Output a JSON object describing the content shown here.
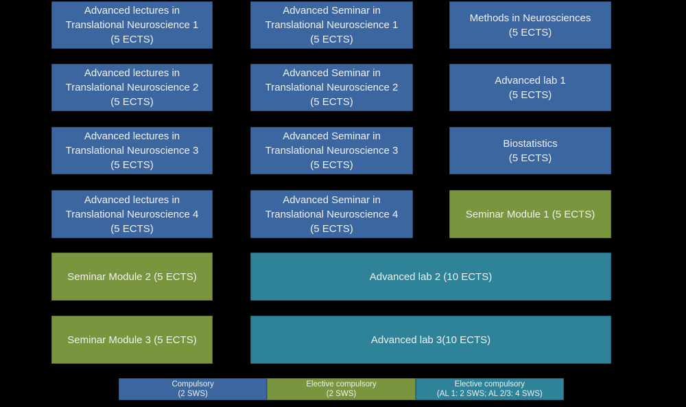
{
  "colors": {
    "background": "#000000",
    "text": "#F1F1F1",
    "compulsory_fill": "#3C66A0",
    "compulsory_border": "#2B4C7C",
    "elective_seminar_fill": "#79953E",
    "elective_seminar_border": "#5C7330",
    "elective_lab_fill": "#2F8399",
    "elective_lab_border": "#1F6276"
  },
  "modules": [
    {
      "label": "Advanced lectures in\nTranslational Neuroscience 1\n(5 ECTS)",
      "category": "compulsory"
    },
    {
      "label": "Advanced Seminar in\nTranslational Neuroscience 1\n(5 ECTS)",
      "category": "compulsory"
    },
    {
      "label": "Methods in Neurosciences\n(5 ECTS)",
      "category": "compulsory"
    },
    {
      "label": "Advanced lectures in\nTranslational Neuroscience 2\n(5 ECTS)",
      "category": "compulsory"
    },
    {
      "label": "Advanced Seminar in\nTranslational Neuroscience 2\n(5 ECTS)",
      "category": "compulsory"
    },
    {
      "label": "Advanced lab 1\n(5 ECTS)",
      "category": "compulsory"
    },
    {
      "label": "Advanced lectures in\nTranslational Neuroscience 3\n(5 ECTS)",
      "category": "compulsory"
    },
    {
      "label": "Advanced Seminar in\nTranslational Neuroscience 3\n(5 ECTS)",
      "category": "compulsory"
    },
    {
      "label": "Biostatistics\n(5 ECTS)",
      "category": "compulsory"
    },
    {
      "label": "Advanced lectures in\nTranslational Neuroscience 4\n(5 ECTS)",
      "category": "compulsory"
    },
    {
      "label": "Advanced Seminar in\nTranslational Neuroscience 4\n(5 ECTS)",
      "category": "compulsory"
    },
    {
      "label": "Seminar Module 1 (5 ECTS)",
      "category": "elective_seminar"
    },
    {
      "label": "Seminar Module 2 (5 ECTS)",
      "category": "elective_seminar"
    },
    {
      "label": "Advanced lab 2 (10 ECTS)",
      "category": "elective_lab"
    },
    {
      "label": "Seminar Module 3 (5 ECTS)",
      "category": "elective_seminar"
    },
    {
      "label": "Advanced lab 3(10 ECTS)",
      "category": "elective_lab"
    }
  ],
  "legend": {
    "items": [
      {
        "label": "Compulsory\n(2 SWS)",
        "category": "compulsory"
      },
      {
        "label": "Elective compulsory\n(2 SWS)",
        "category": "elective_seminar"
      },
      {
        "label": "Elective compulsory\n(AL 1: 2 SWS; AL 2/3: 4 SWS)",
        "category": "elective_lab"
      }
    ]
  }
}
